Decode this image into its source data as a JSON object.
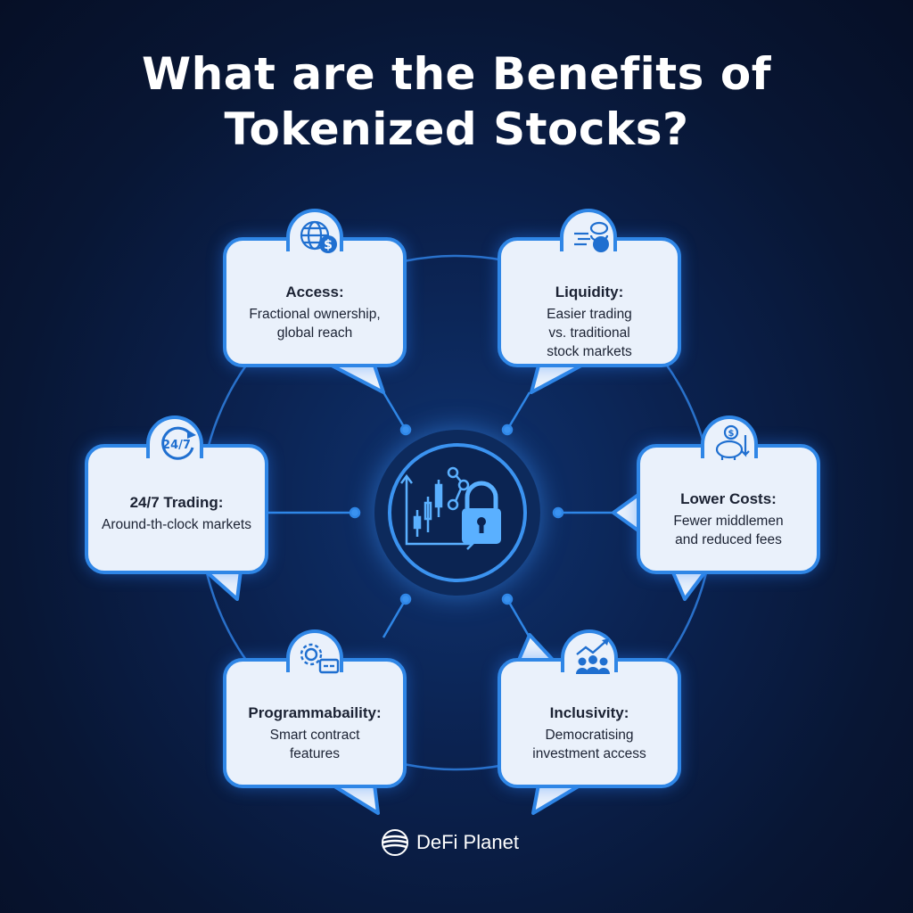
{
  "title": {
    "line1": "What are the Benefits of",
    "line2": "Tokenized Stocks?"
  },
  "benefits": [
    {
      "heading": "Access:",
      "line1": "Fractional ownership,",
      "line2": "global reach",
      "line3": "",
      "icon": "globe-dollar-icon"
    },
    {
      "heading": "Liquidity:",
      "line1": "Easier trading",
      "line2": "vs. traditional",
      "line3": "stock markets",
      "icon": "coins-transfer-icon"
    },
    {
      "heading": "24/7 Trading:",
      "line1": "Around-th-clock markets",
      "line2": "",
      "line3": "",
      "icon": "clock-24-7-icon",
      "badge_text": "24/7"
    },
    {
      "heading": "Lower Costs:",
      "line1": "Fewer middlemen",
      "line2": "and reduced fees",
      "line3": "",
      "icon": "piggy-bank-icon"
    },
    {
      "heading": "Programmabaility:",
      "line1": "Smart contract",
      "line2": "features",
      "line3": "",
      "icon": "gear-code-icon"
    },
    {
      "heading": "Inclusivity:",
      "line1": "Democratising",
      "line2": "investment access",
      "line3": "",
      "icon": "people-growth-icon"
    }
  ],
  "center_icon": "chart-lock-icon",
  "brand": {
    "name": "DeFi Planet",
    "logo_icon": "defi-planet-logo-icon"
  },
  "colors": {
    "accent": "#2f86e6",
    "card_bg": "#eaf1fb",
    "background": "#081634"
  }
}
